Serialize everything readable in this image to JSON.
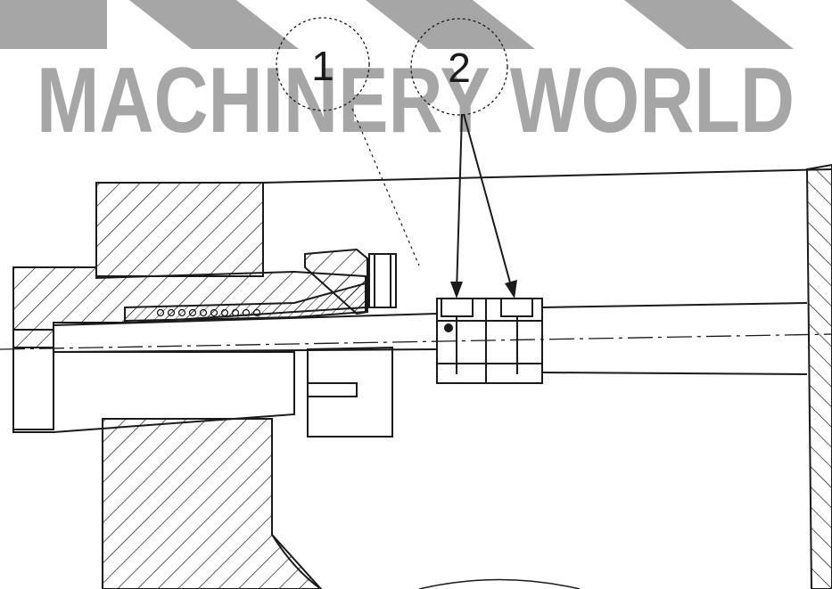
{
  "watermark": {
    "text": "MACHINERY WORLD",
    "color": "#a6a6a6"
  },
  "callouts": [
    {
      "label": "1"
    },
    {
      "label": "2"
    }
  ],
  "colors": {
    "line": "#1a1a1a",
    "background": "#ffffff"
  }
}
